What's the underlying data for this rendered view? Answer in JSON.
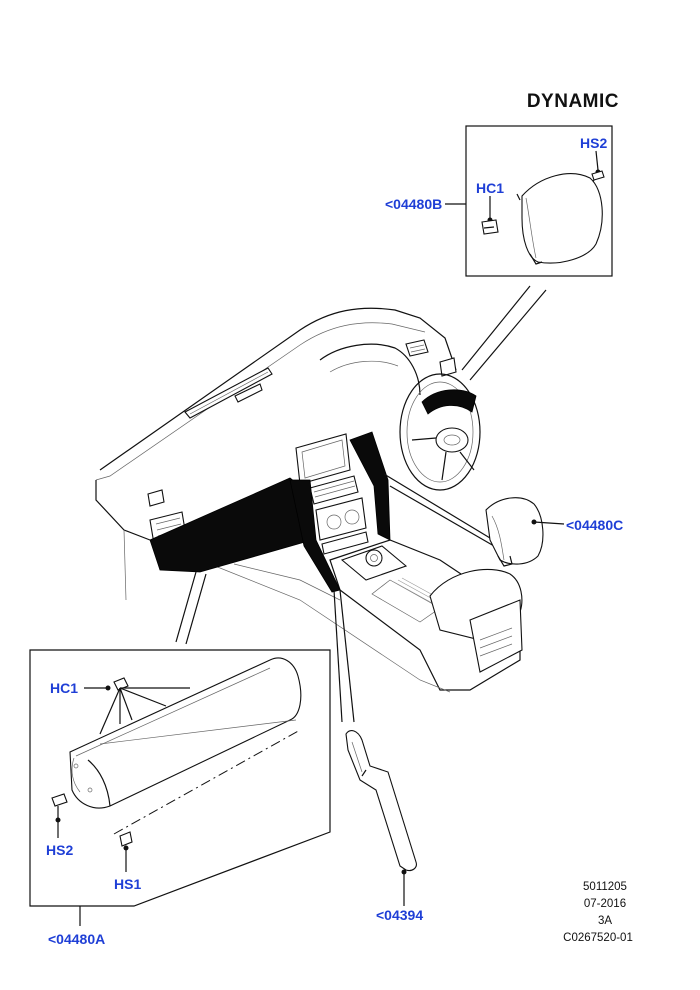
{
  "title": "DYNAMIC",
  "callouts": {
    "hs2_top": "HS2",
    "hc1_top": "HC1",
    "ref_b": "<04480B",
    "ref_c": "<04480C",
    "hc1_bottom": "HC1",
    "hs2_bottom": "HS2",
    "hs1_bottom": "HS1",
    "ref_a": "<04480A",
    "ref_04394": "<04394"
  },
  "meta": {
    "line1": "5011205",
    "line2": "07-2016",
    "line3": "3A",
    "line4": "C0267520-01"
  },
  "colors": {
    "callout": "#1f3fd6",
    "ink": "#111111"
  }
}
